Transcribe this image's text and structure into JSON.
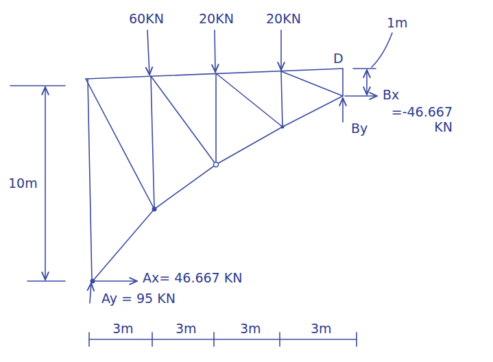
{
  "diagram": {
    "labels": [
      "60KN",
      "20KN",
      "20KN",
      "D",
      "1m",
      "Bx",
      "=-46.667 KN",
      "By",
      "10m",
      "Ax= 46.667 KN",
      "Ay = 95 KN",
      "3m",
      "3m",
      "3m",
      "3m"
    ]
  }
}
